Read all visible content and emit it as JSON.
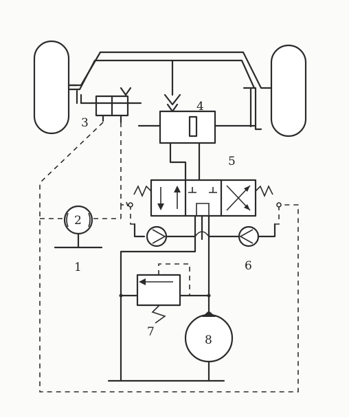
{
  "diagram": {
    "labels": {
      "wheel_handle": "1",
      "control_pump": "2",
      "steering_sensor_valve": "3",
      "power_cylinder": "4",
      "directional_valve": "5",
      "check_valves": "6",
      "relief_valve": "7",
      "main_pump": "8"
    }
  }
}
